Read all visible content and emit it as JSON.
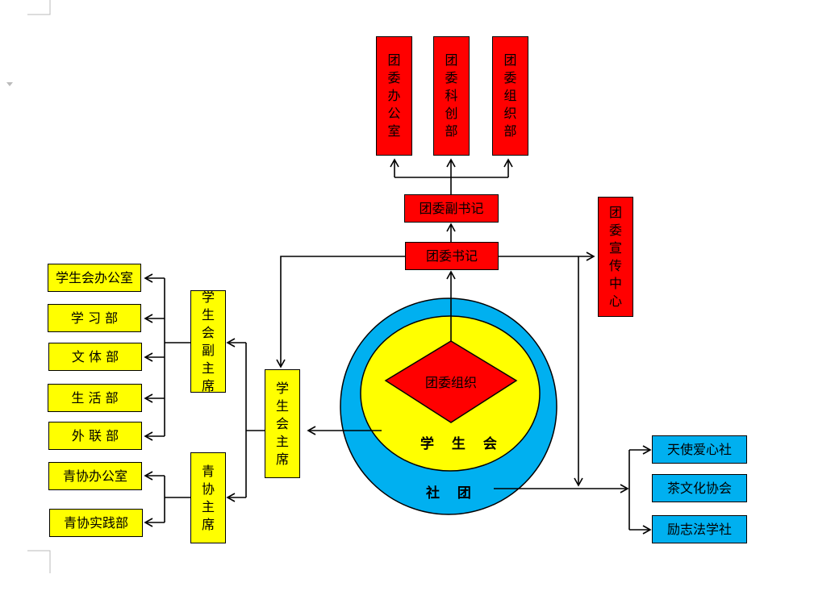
{
  "diagram": {
    "tuanwei_bangongshi": "团委办公室",
    "tuanwei_kechuangbu": "团委科创部",
    "tuanwei_zuzhibu": "团委组织部",
    "tuanwei_fushuji": "团委副书记",
    "tuanwei_shuji": "团委书记",
    "tuanwei_xuanchuan": "团委宣传中心",
    "tuanwei_zuzhi": "团委组织",
    "xueshenghui": "学 生 会",
    "shetuan": "社 团",
    "xsh_zhuxi": "学生会主席",
    "xsh_fuzhuxi": "学生会副主席",
    "qingxie_zhuxi": "青协主席",
    "xsh_bangongshi": "学生会办公室",
    "xuexibu": "学 习 部",
    "wentibu": "文 体 部",
    "shenghuobu": "生 活 部",
    "wailianbu": "外 联 部",
    "qx_bangongshi": "青协办公室",
    "qx_shijianbu": "青协实践部",
    "tianshi": "天使爱心社",
    "chawenhua": "茶文化协会",
    "lizhi": "励志法学社"
  },
  "colors": {
    "red": "#ff0000",
    "yellow": "#ffff00",
    "blue": "#00b0f0"
  }
}
